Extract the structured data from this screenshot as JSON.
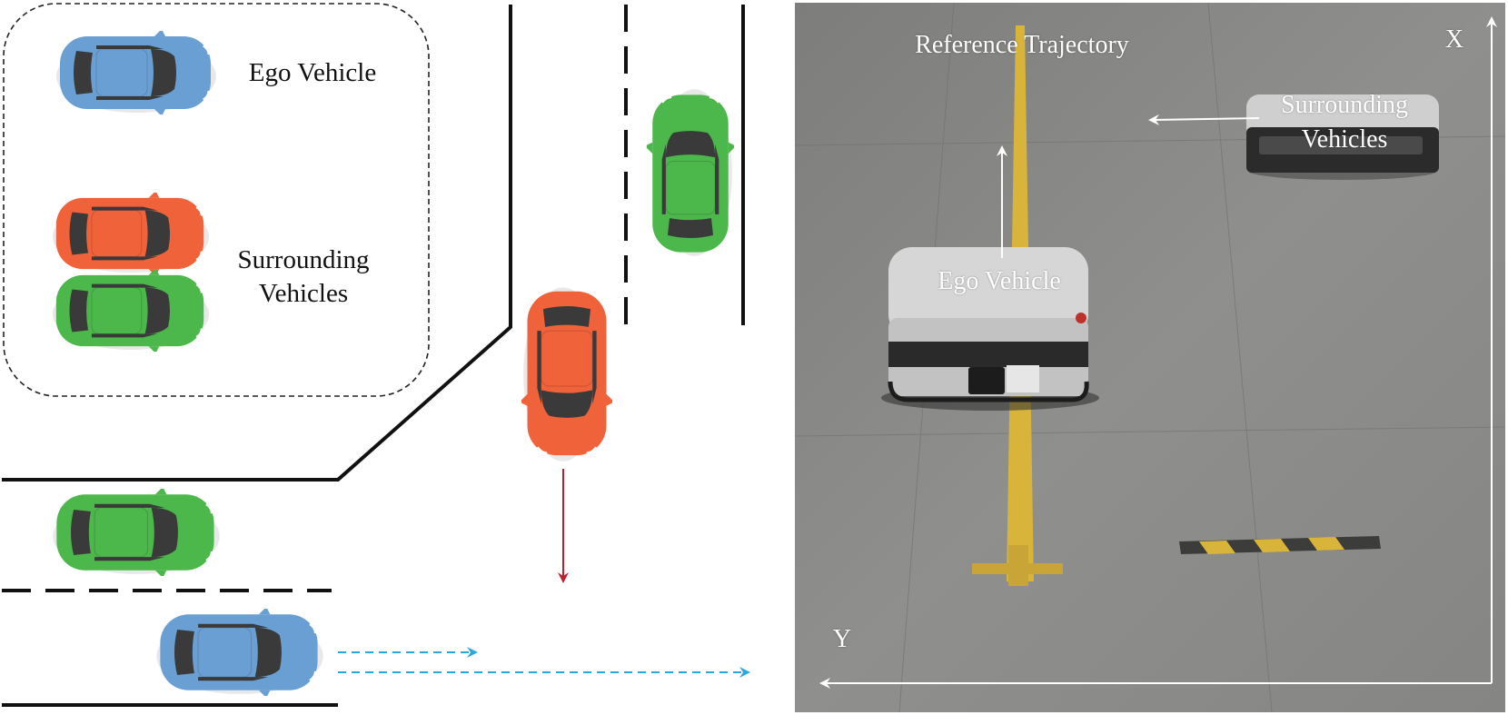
{
  "legend": {
    "ego_label": "Ego Vehicle",
    "surrounding_label_line1": "Surrounding",
    "surrounding_label_line2": "Vehicles"
  },
  "photo": {
    "reference_trajectory_label": "Reference Trajectory",
    "ego_label": "Ego Vehicle",
    "surrounding_label_line1": "Surrounding",
    "surrounding_label_line2": "Vehicles",
    "axis_x_label": "X",
    "axis_y_label": "Y"
  },
  "colors": {
    "ego_blue": "#6a9fd4",
    "surrounding_orange": "#f0623a",
    "surrounding_green": "#4cb74a",
    "ego_trajectory_blue": "#2aa7e0",
    "orange_trajectory_red": "#c0202a",
    "floor_gray": "#8a8a88",
    "guide_line_yellow": "#d8b43a"
  }
}
